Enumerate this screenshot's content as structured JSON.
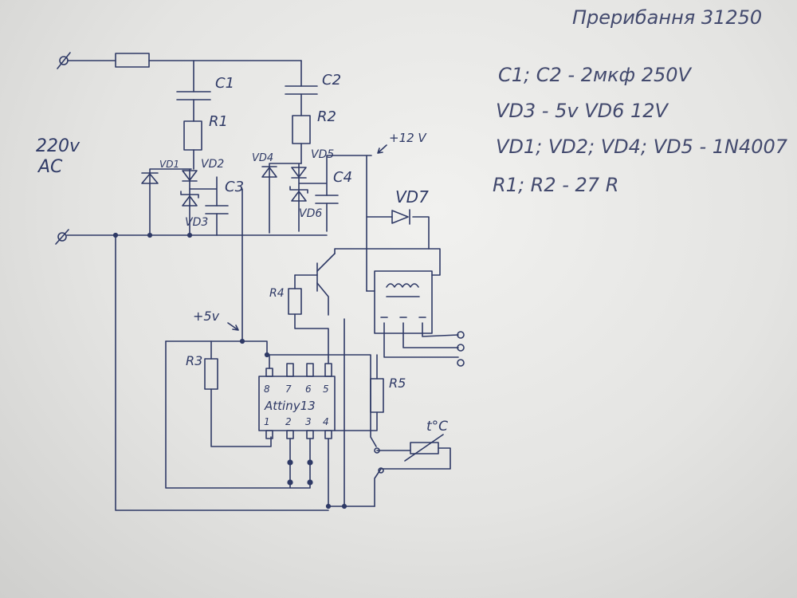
{
  "title": "Прерибання  31250",
  "supply_label": {
    "voltage": "220v",
    "type": "AC"
  },
  "labels": {
    "c1": "C1",
    "c2": "C2",
    "c3": "C3",
    "c4": "C4",
    "r1": "R1",
    "r2": "R2",
    "r3": "R3",
    "r4": "R4",
    "r5": "R5",
    "vd1": "VD1",
    "vd2": "VD2",
    "vd3": "VD3",
    "vd4": "VD4",
    "vd5": "VD5",
    "vd6": "VD6",
    "vd7": "VD7",
    "plus5v": "+5v",
    "plus12v": "+12 V",
    "thermistor": "t°C",
    "ic": "Attiny13",
    "ic_pins_top": [
      "8",
      "7",
      "6",
      "5"
    ],
    "ic_pins_bottom": [
      "1",
      "2",
      "3",
      "4"
    ]
  },
  "notes": [
    "C1; C2 - 2мкф 250V",
    "VD3 - 5v   VD6 12V",
    "VD1; VD2; VD4; VD5 - 1N4007",
    "R1; R2 - 27 R"
  ]
}
